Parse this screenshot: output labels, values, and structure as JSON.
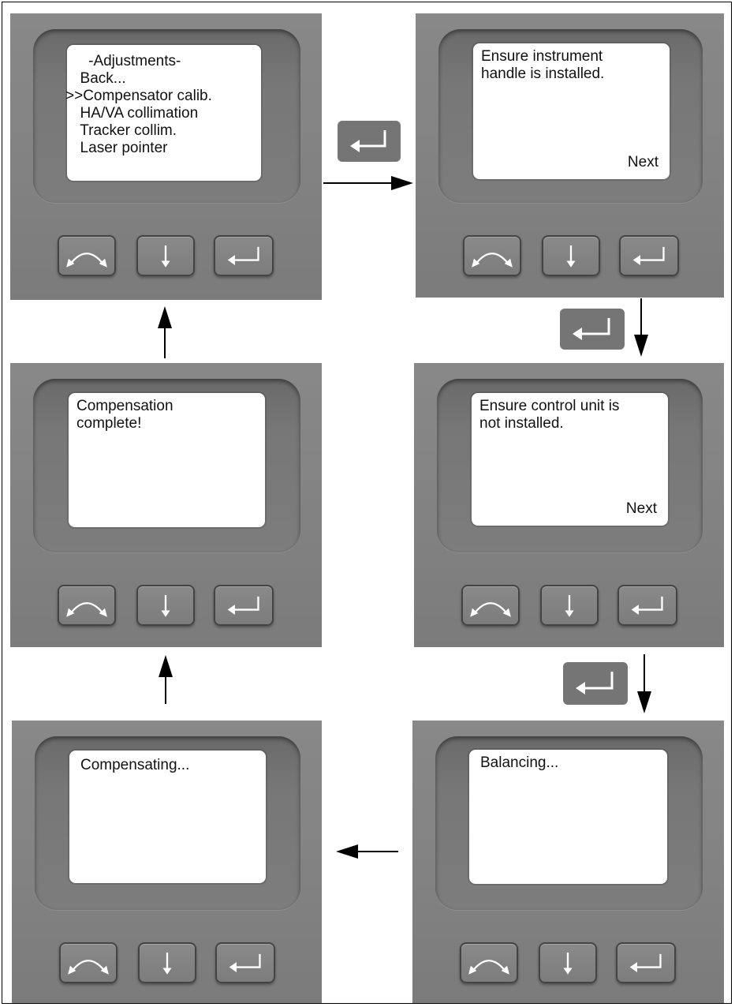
{
  "screens": [
    {
      "id": "adjustments",
      "lines": [
        "    -Adjustments-",
        "  Back...",
        ">>Compensator calib.",
        "  HA/VA collimation",
        "  Tracker collim.",
        "  Laser pointer"
      ],
      "next": ""
    },
    {
      "id": "handle",
      "lines": [
        "Ensure instrument",
        "handle is installed."
      ],
      "next": "Next"
    },
    {
      "id": "control-unit",
      "lines": [
        "Ensure control unit is",
        "not installed."
      ],
      "next": "Next"
    },
    {
      "id": "balancing",
      "lines": [
        "Balancing..."
      ],
      "next": ""
    },
    {
      "id": "compensating",
      "lines": [
        "Compensating..."
      ],
      "next": ""
    },
    {
      "id": "complete",
      "lines": [
        "Compensation",
        "complete!"
      ],
      "next": ""
    }
  ],
  "buttons": {
    "left_icon": "curved-double-arrow-icon",
    "middle_icon": "down-arrow-icon",
    "right_icon": "enter-icon"
  },
  "colors": {
    "panel": "#828282",
    "screen": "#ffffff",
    "enter_key": "#757575"
  }
}
